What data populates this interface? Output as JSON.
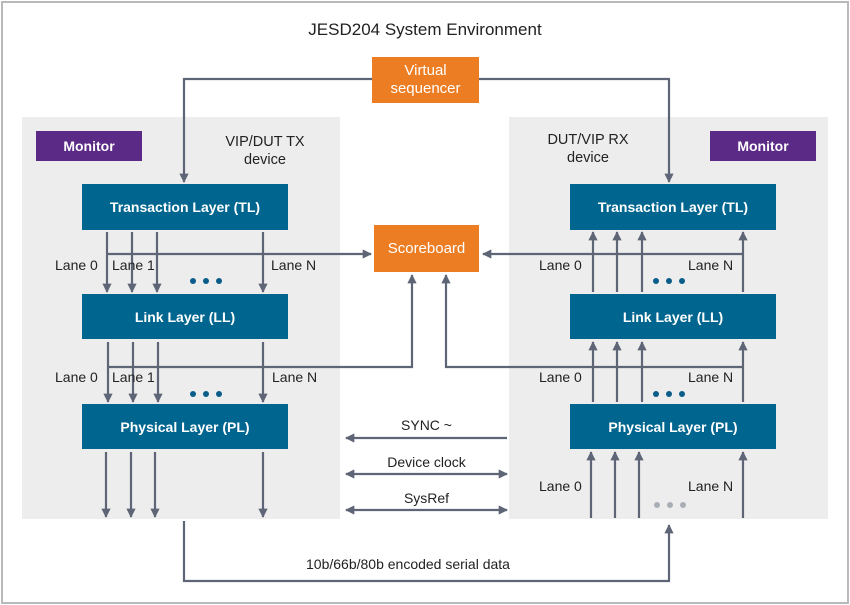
{
  "title": "JESD204 System Environment",
  "virtual_sequencer": {
    "line1": "Virtual",
    "line2": "sequencer"
  },
  "scoreboard": {
    "label": "Scoreboard"
  },
  "tx_device": {
    "name_line1": "VIP/DUT TX",
    "name_line2": "device",
    "monitor": "Monitor",
    "layers": [
      "Transaction Layer (TL)",
      "Link Layer (LL)",
      "Physical Layer (PL)"
    ],
    "lane_labels_upper": [
      "Lane 0",
      "Lane 1",
      "Lane N"
    ],
    "lane_labels_lower": [
      "Lane 0",
      "Lane 1",
      "Lane N"
    ]
  },
  "rx_device": {
    "name_line1": "DUT/VIP RX",
    "name_line2": "device",
    "monitor": "Monitor",
    "layers": [
      "Transaction Layer (TL)",
      "Link Layer (LL)",
      "Physical Layer (PL)"
    ],
    "lane_labels_upper": [
      "Lane 0",
      "Lane N"
    ],
    "lane_labels_middle": [
      "Lane 0",
      "Lane N"
    ],
    "lane_labels_lower": [
      "Lane 0",
      "Lane N"
    ]
  },
  "signals": {
    "sync": "SYNC ~",
    "device_clock": "Device clock",
    "sysref": "SysRef"
  },
  "serial_data_label": "10b/66b/80b encoded serial data",
  "colors": {
    "layer_box": "#00658f",
    "orange": "#ed7d23",
    "monitor": "#5b2a86",
    "panel": "#ededed",
    "arrow": "#5e6576"
  }
}
